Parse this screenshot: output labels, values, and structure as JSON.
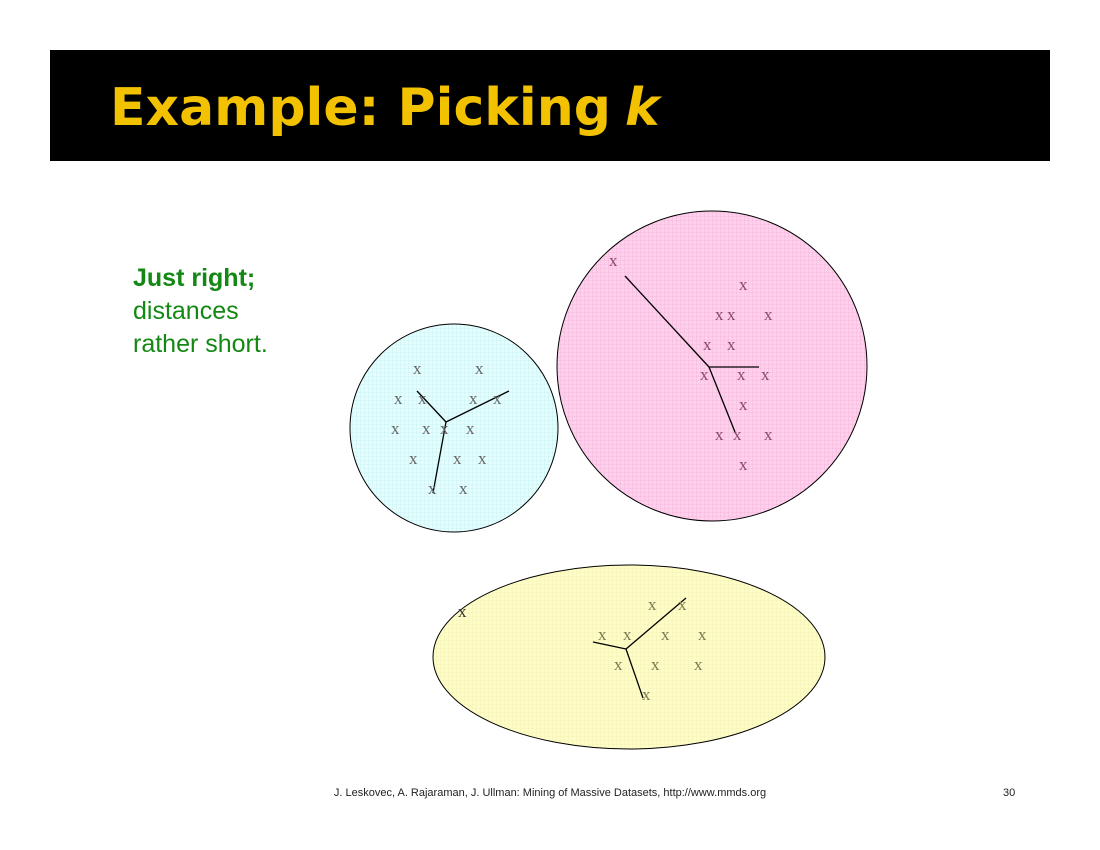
{
  "slide": {
    "title_prefix": "Example: Picking",
    "title_var": "k",
    "caption_bold": "Just right;",
    "caption_line1": "distances",
    "caption_line2": "rather short.",
    "footer": "J. Leskovec, A. Rajaraman, J. Ullman: Mining of Massive Datasets, http://www.mmds.org",
    "page_number": "30",
    "point_label": "x"
  },
  "colors": {
    "title": "#f2c200",
    "caption": "#138813",
    "cluster_cyan": "#dcfbfb",
    "cluster_pink": "#fcc5e8",
    "cluster_yellow": "#fdfcc0"
  }
}
